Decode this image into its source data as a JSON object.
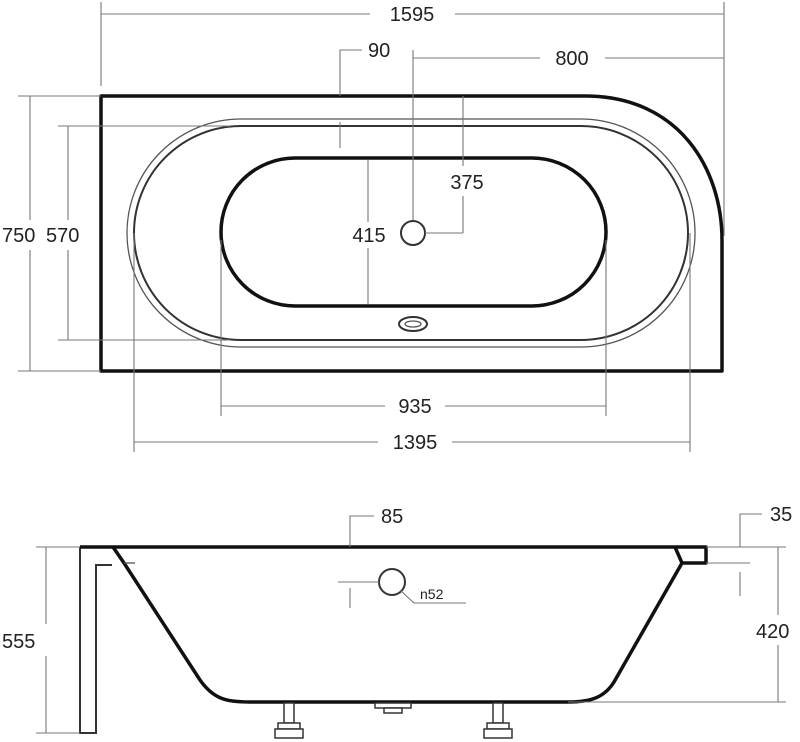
{
  "top_view": {
    "overall_length": "1595",
    "overall_width": "750",
    "inner_width": "570",
    "rim_offset": "90",
    "drain_offset_x": "800",
    "drain_offset_y": "375",
    "bottom_width": "415",
    "bottom_length": "935",
    "inner_length": "1395"
  },
  "side_view": {
    "rim_offset": "85",
    "rim_thickness": "35",
    "overflow_label": "n52",
    "total_height": "555",
    "inner_depth": "420"
  }
}
